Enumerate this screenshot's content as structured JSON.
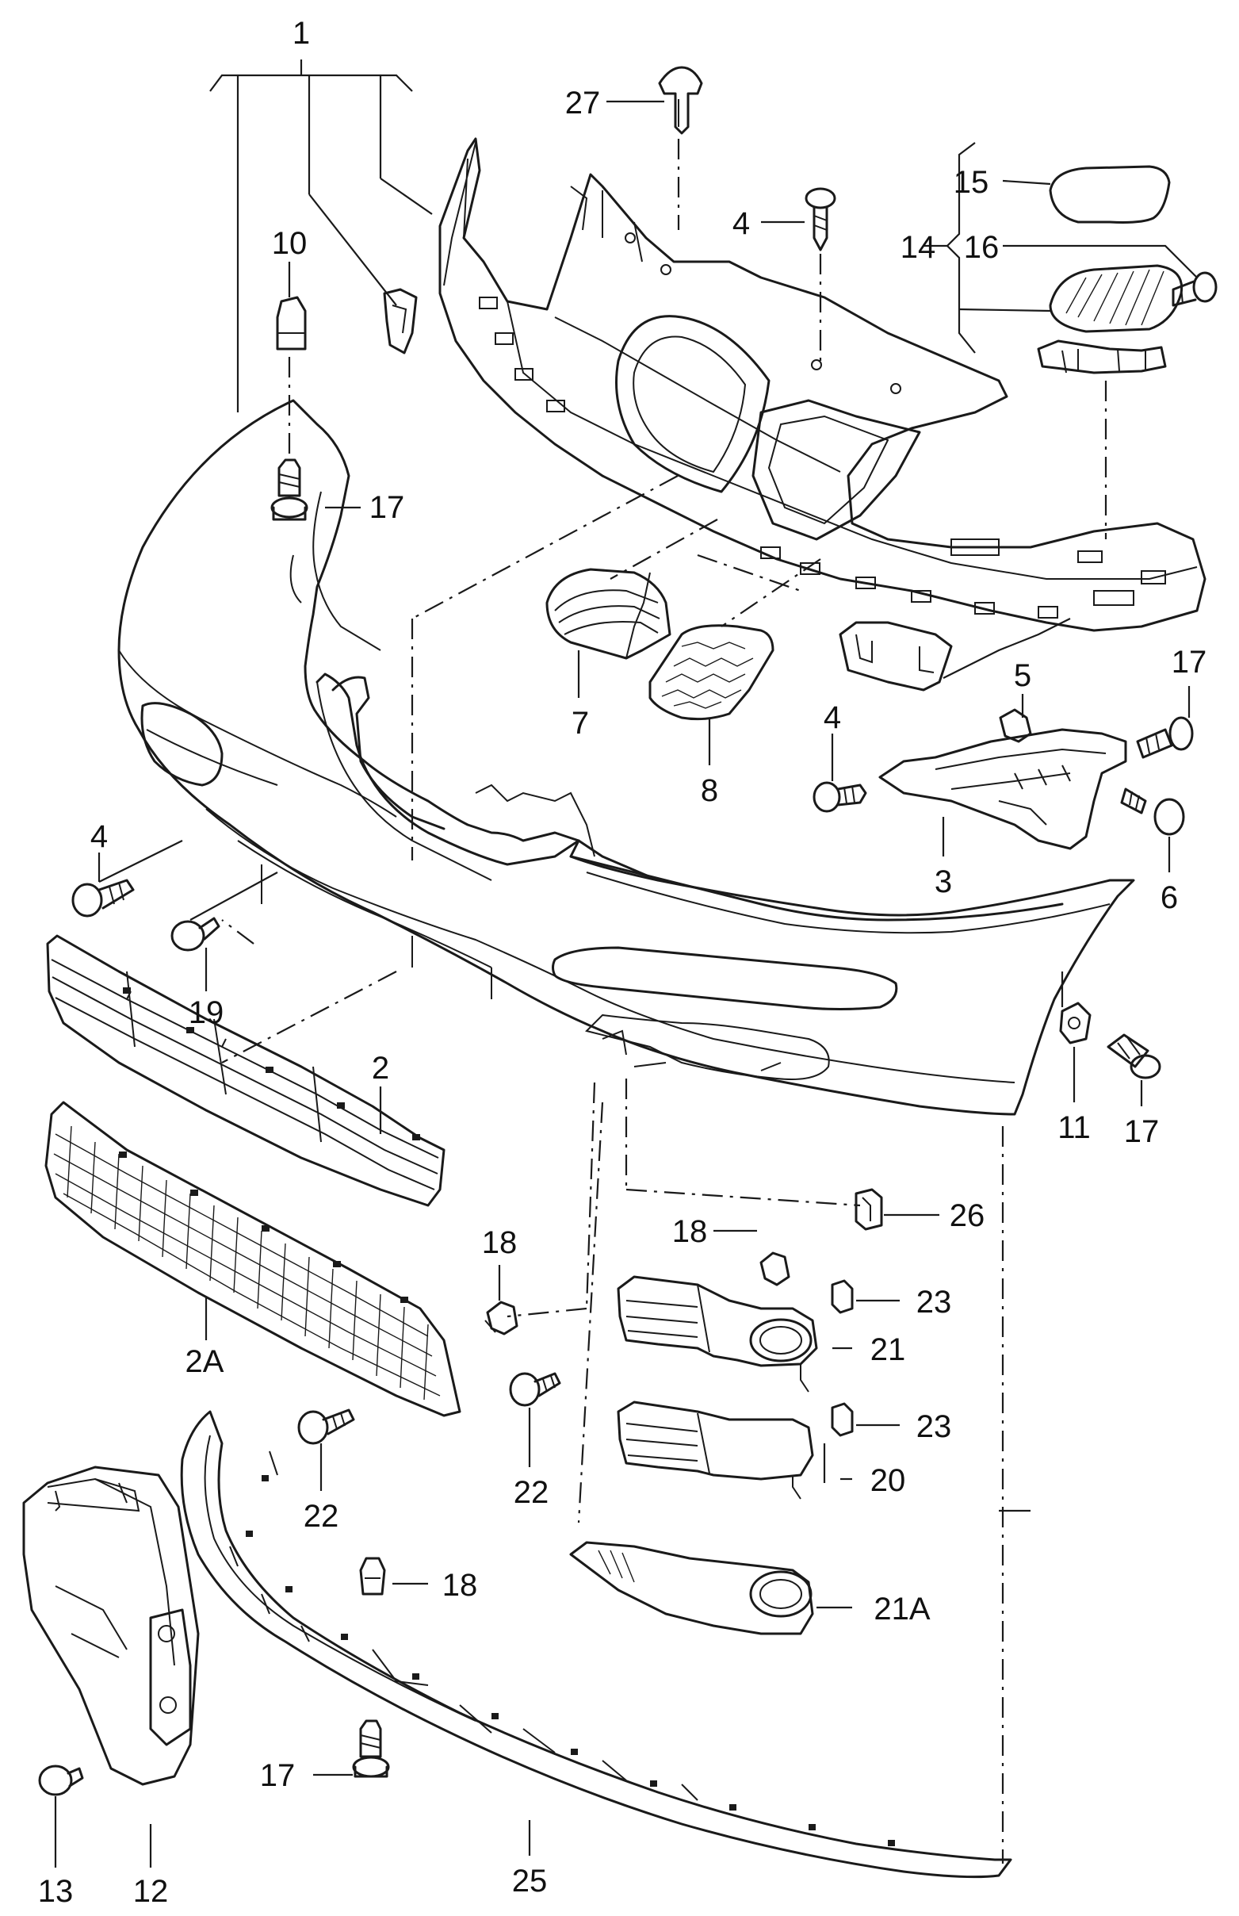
{
  "callouts": [
    {
      "id": "c1",
      "text": "1"
    },
    {
      "id": "c2",
      "text": "2"
    },
    {
      "id": "c2a",
      "text": "2A"
    },
    {
      "id": "c3",
      "text": "3"
    },
    {
      "id": "c4a",
      "text": "4"
    },
    {
      "id": "c4b",
      "text": "4"
    },
    {
      "id": "c4c",
      "text": "4"
    },
    {
      "id": "c5",
      "text": "5"
    },
    {
      "id": "c6",
      "text": "6"
    },
    {
      "id": "c7",
      "text": "7"
    },
    {
      "id": "c8",
      "text": "8"
    },
    {
      "id": "c10",
      "text": "10"
    },
    {
      "id": "c11",
      "text": "11"
    },
    {
      "id": "c12",
      "text": "12"
    },
    {
      "id": "c13",
      "text": "13"
    },
    {
      "id": "c14",
      "text": "14"
    },
    {
      "id": "c15",
      "text": "15"
    },
    {
      "id": "c16",
      "text": "16"
    },
    {
      "id": "c17a",
      "text": "17"
    },
    {
      "id": "c17b",
      "text": "17"
    },
    {
      "id": "c17c",
      "text": "17"
    },
    {
      "id": "c17d",
      "text": "17"
    },
    {
      "id": "c18a",
      "text": "18"
    },
    {
      "id": "c18b",
      "text": "18"
    },
    {
      "id": "c18c",
      "text": "18"
    },
    {
      "id": "c19",
      "text": "19"
    },
    {
      "id": "c20",
      "text": "20"
    },
    {
      "id": "c21",
      "text": "21"
    },
    {
      "id": "c21a",
      "text": "21A"
    },
    {
      "id": "c22a",
      "text": "22"
    },
    {
      "id": "c22b",
      "text": "22"
    },
    {
      "id": "c23a",
      "text": "23"
    },
    {
      "id": "c23b",
      "text": "23"
    },
    {
      "id": "c25",
      "text": "25"
    },
    {
      "id": "c26",
      "text": "26"
    },
    {
      "id": "c27",
      "text": "27"
    }
  ]
}
